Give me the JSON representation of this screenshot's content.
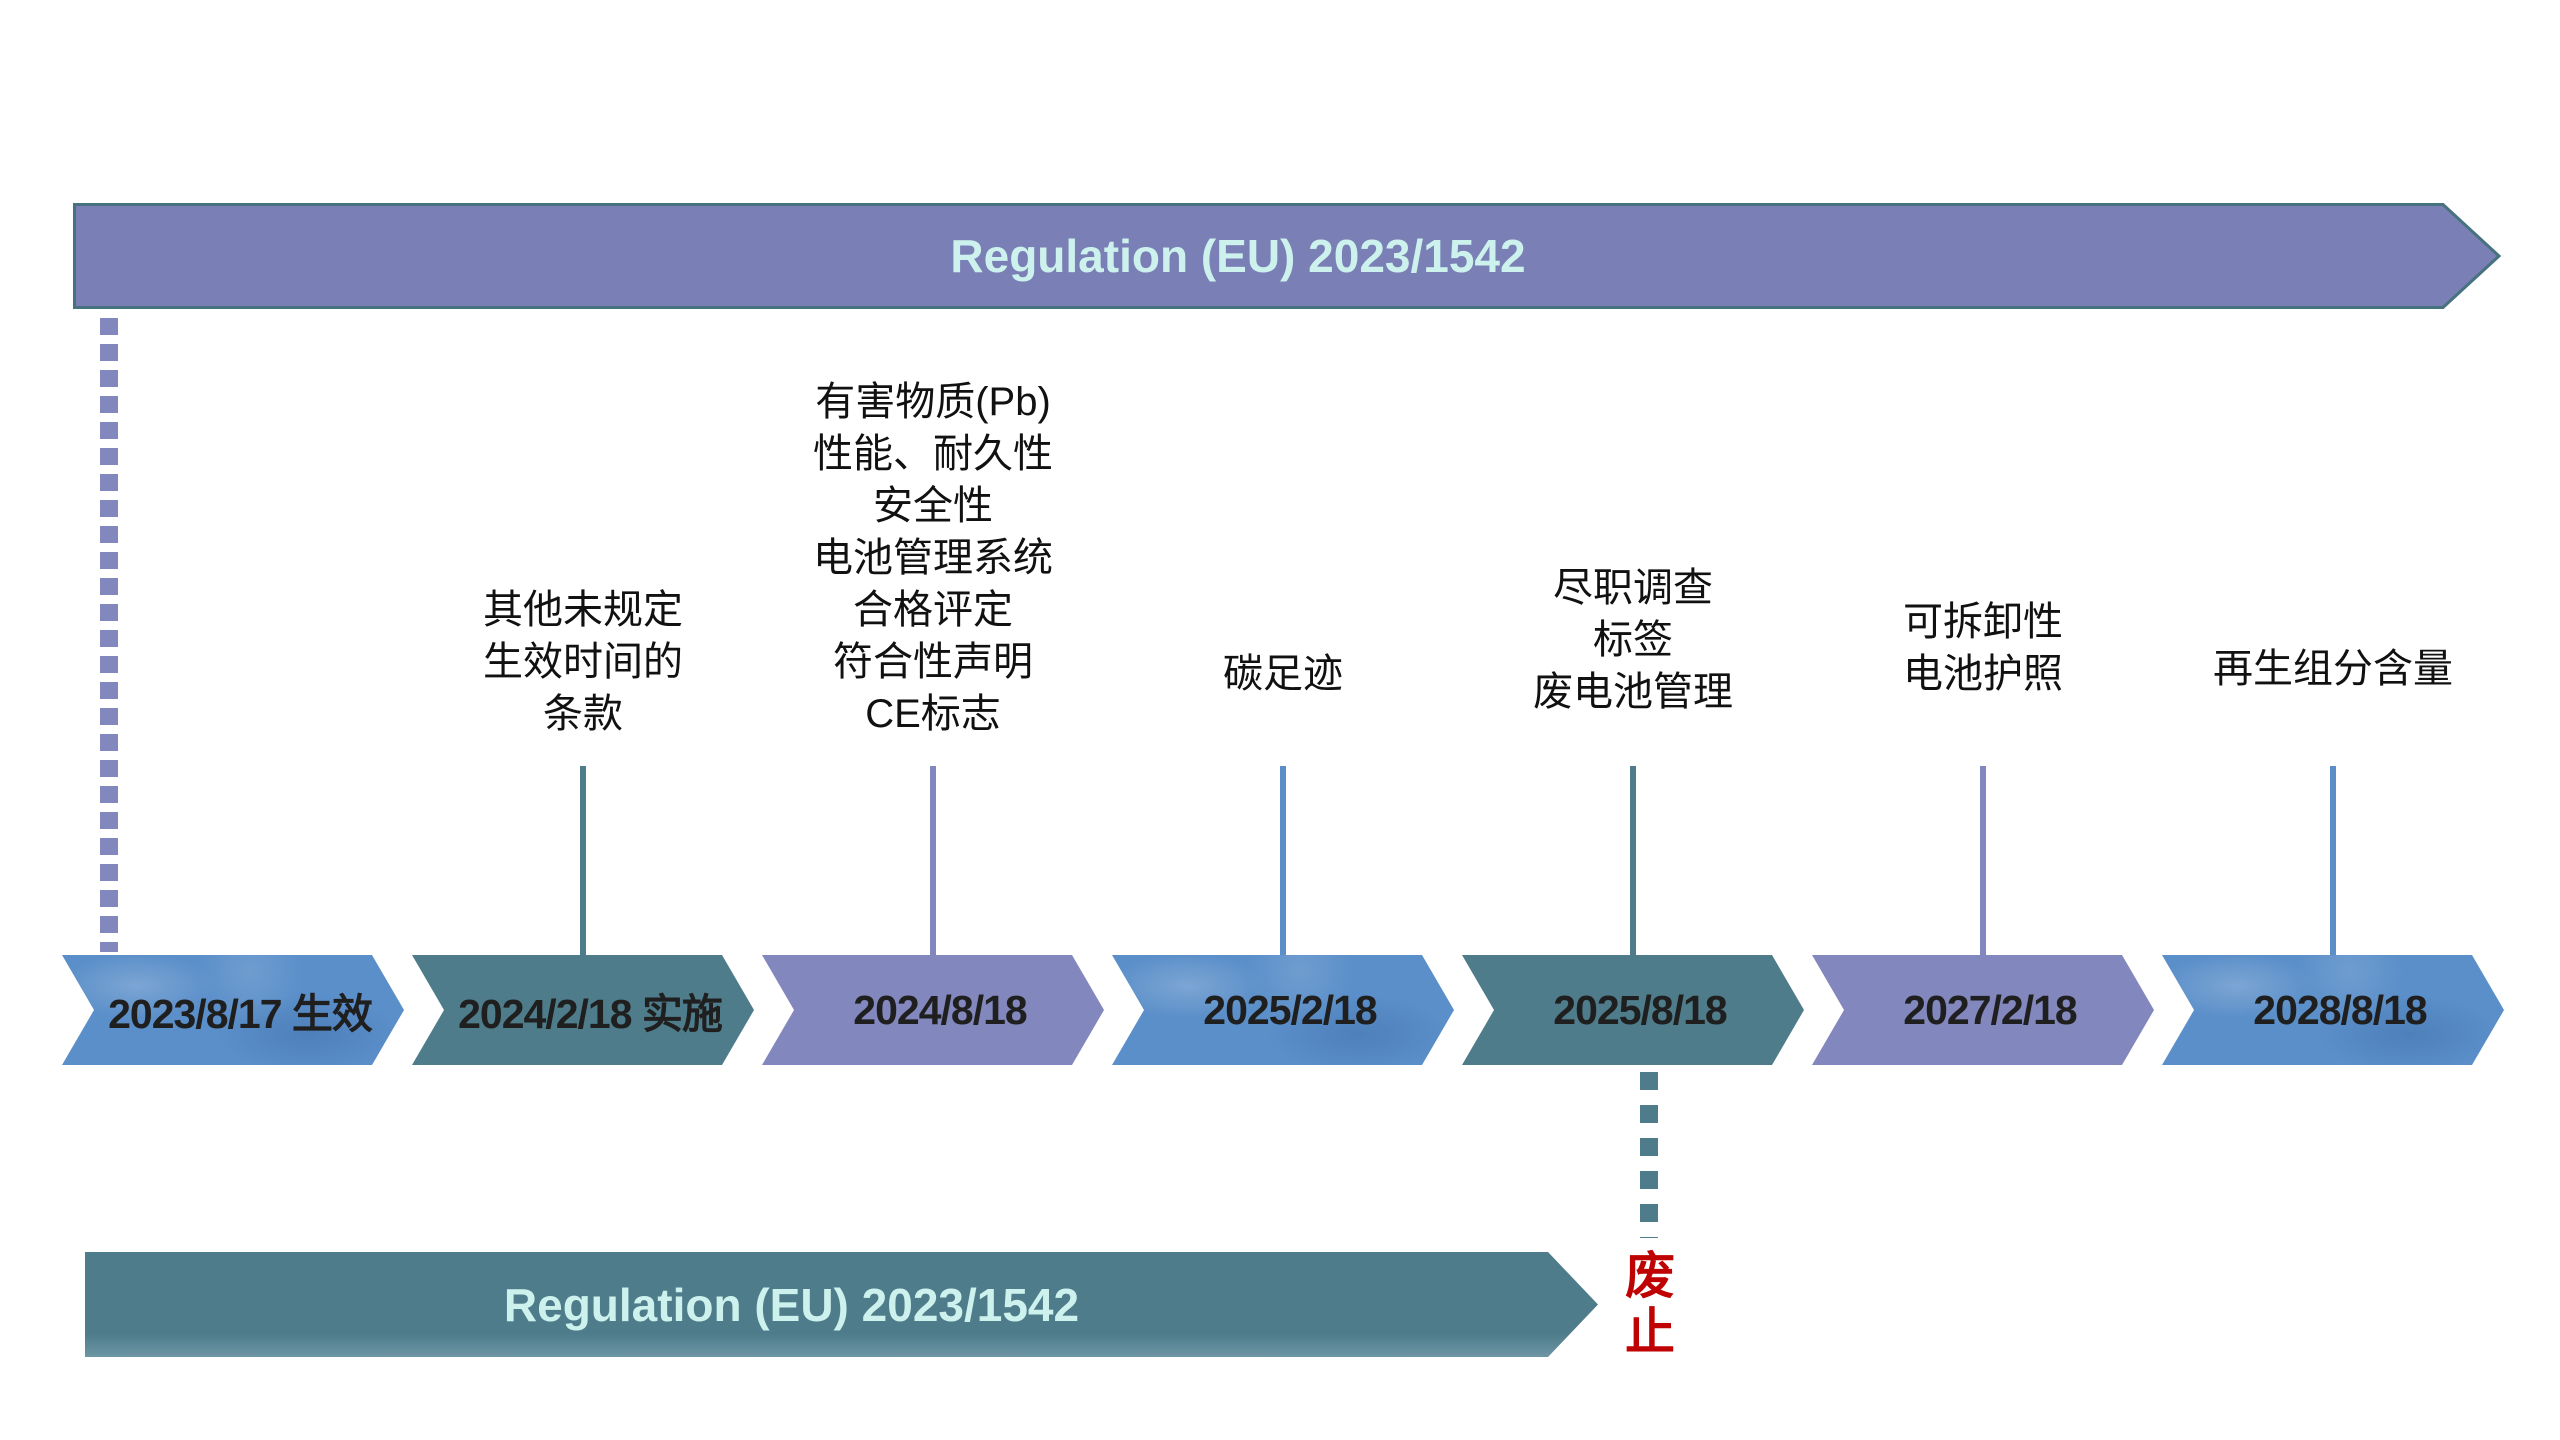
{
  "top_banner": {
    "label": "Regulation (EU) 2023/1542"
  },
  "bottom_banner": {
    "label": "Regulation (EU) 2023/1542"
  },
  "repeal_label": "废止",
  "milestones": [
    {
      "date": "2023/8/17 生效",
      "color": "blue",
      "label": ""
    },
    {
      "date": "2024/2/18 实施",
      "color": "teal",
      "label": "其他未规定\n生效时间的\n条款"
    },
    {
      "date": "2024/8/18",
      "color": "purple",
      "label": "有害物质(Pb)\n性能、耐久性\n安全性\n电池管理系统\n合格评定\n符合性声明\nCE标志"
    },
    {
      "date": "2025/2/18",
      "color": "blue",
      "label": "碳足迹"
    },
    {
      "date": "2025/8/18",
      "color": "teal",
      "label": "尽职调查\n标签\n废电池管理"
    },
    {
      "date": "2027/2/18",
      "color": "purple",
      "label": "可拆卸性\n电池护照"
    },
    {
      "date": "2028/8/18",
      "color": "blue",
      "label": "再生组分含量"
    }
  ],
  "colors": {
    "purple": "#8287bd",
    "teal": "#4e7c8b",
    "blue": "#5b8fc9",
    "banner_purple": "#7a7fb5",
    "banner_border": "#47727f",
    "banner_text": "#cdf2ed",
    "date_text": "#1f1f1f",
    "label_text": "#111111",
    "repeal_red": "#bf0202"
  }
}
